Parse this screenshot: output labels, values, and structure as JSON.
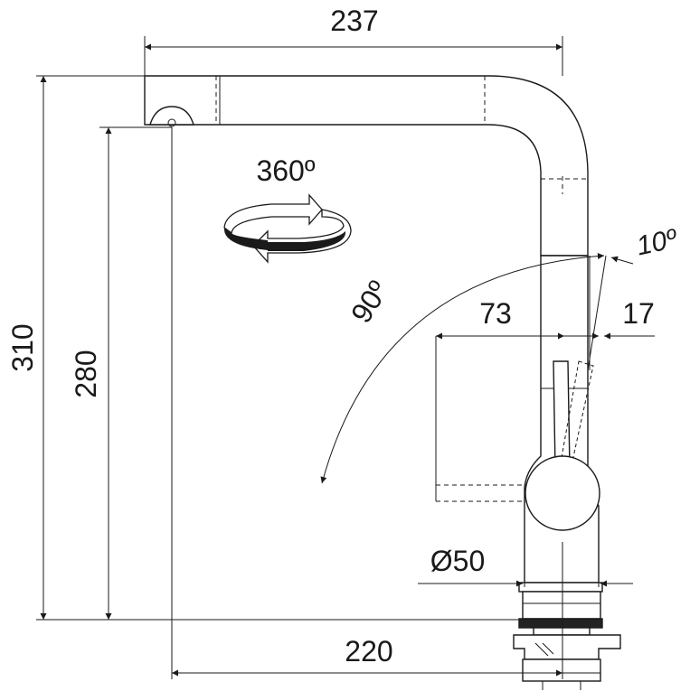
{
  "drawing": {
    "dimensions": {
      "width_total": "237",
      "height_total": "310",
      "height_spout": "280",
      "base_offset": "220",
      "handle_reach": "73",
      "handle_offset": "17",
      "base_diameter": "Ø50"
    },
    "angles": {
      "swivel": "360º",
      "lever_travel": "90º",
      "lever_tilt": "10º"
    }
  }
}
